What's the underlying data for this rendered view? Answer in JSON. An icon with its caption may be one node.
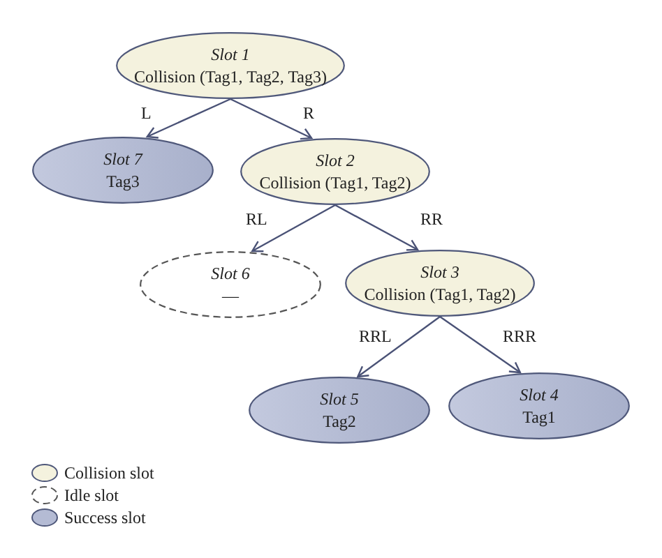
{
  "diagram": {
    "nodes": [
      {
        "text": [
          "Slot 1",
          "Collision (Tag1, Tag2, Tag3)"
        ]
      },
      {
        "text": [
          "Slot 7",
          "Tag3"
        ]
      },
      {
        "text": [
          "Slot 2",
          "Collision (Tag1, Tag2)"
        ]
      },
      {
        "text": [
          "Slot 6",
          "—"
        ]
      },
      {
        "text": [
          "Slot 3",
          "Collision (Tag1, Tag2)"
        ]
      },
      {
        "text": [
          "Slot 5",
          "Tag2"
        ]
      },
      {
        "text": [
          "Slot 4",
          "Tag1"
        ]
      }
    ],
    "edges": [
      {
        "from": 0,
        "to": 1,
        "arrow": "to",
        "label": "L"
      },
      {
        "from": 0,
        "to": 2,
        "arrow": "to",
        "label": "R"
      },
      {
        "from": 2,
        "to": 3,
        "arrow": "to",
        "label": "RL"
      },
      {
        "from": 2,
        "to": 4,
        "arrow": "to",
        "label": "RR"
      },
      {
        "from": 4,
        "to": 5,
        "arrow": "to",
        "label": "RRL"
      },
      {
        "from": 4,
        "to": 6,
        "arrow": "to",
        "label": "RRR"
      }
    ],
    "legend": [
      {
        "text": "Collision slot",
        "color": "#f4f2de"
      },
      {
        "text": "Idle slot"
      },
      {
        "text": "Success slot",
        "color": "#b4bbd4"
      }
    ]
  }
}
